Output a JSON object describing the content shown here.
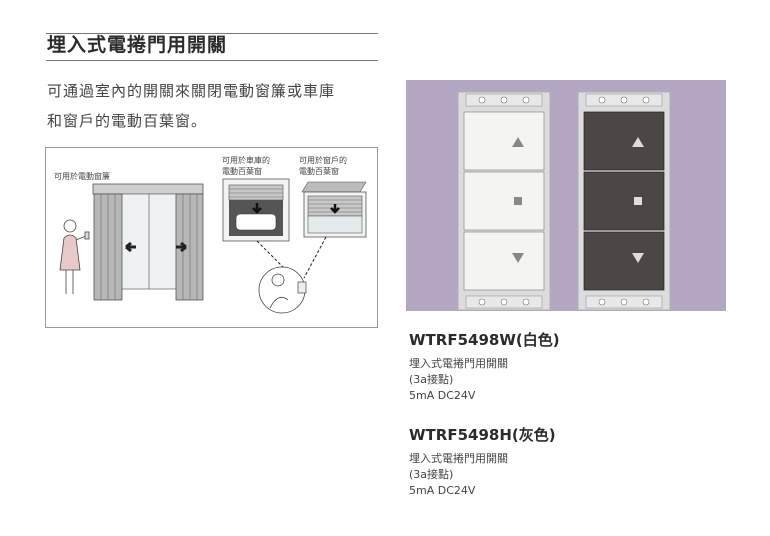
{
  "heading": "埋入式電捲門用開關",
  "intro": {
    "line1": "可通過室內的開關來關閉電動窗簾或車庫",
    "line2": "和窗戶的電動百葉窗。"
  },
  "illustration": {
    "label_curtain": "可用於電動窗簾",
    "label_garage_1": "可用於車庫的",
    "label_garage_2": "電動百葉窗",
    "label_window_1": "可用於窗戶的",
    "label_window_2": "電動百葉窗"
  },
  "products": [
    {
      "model": "WTRF5498W(白色)",
      "name": "埋入式電捲門用開關",
      "contact": "(3a接點)",
      "rating": "5mA  DC24V",
      "color_hex": "#f4f4f2"
    },
    {
      "model": "WTRF5498H(灰色)",
      "name": "埋入式電捲門用開關",
      "contact": "(3a接點)",
      "rating": "5mA  DC24V",
      "color_hex": "#4c4744"
    }
  ],
  "switch_icons": [
    "up-triangle-icon",
    "stop-square-icon",
    "down-triangle-icon"
  ],
  "colors": {
    "photo_background": "#b3a7c3",
    "frame": "#dcdcdc"
  }
}
